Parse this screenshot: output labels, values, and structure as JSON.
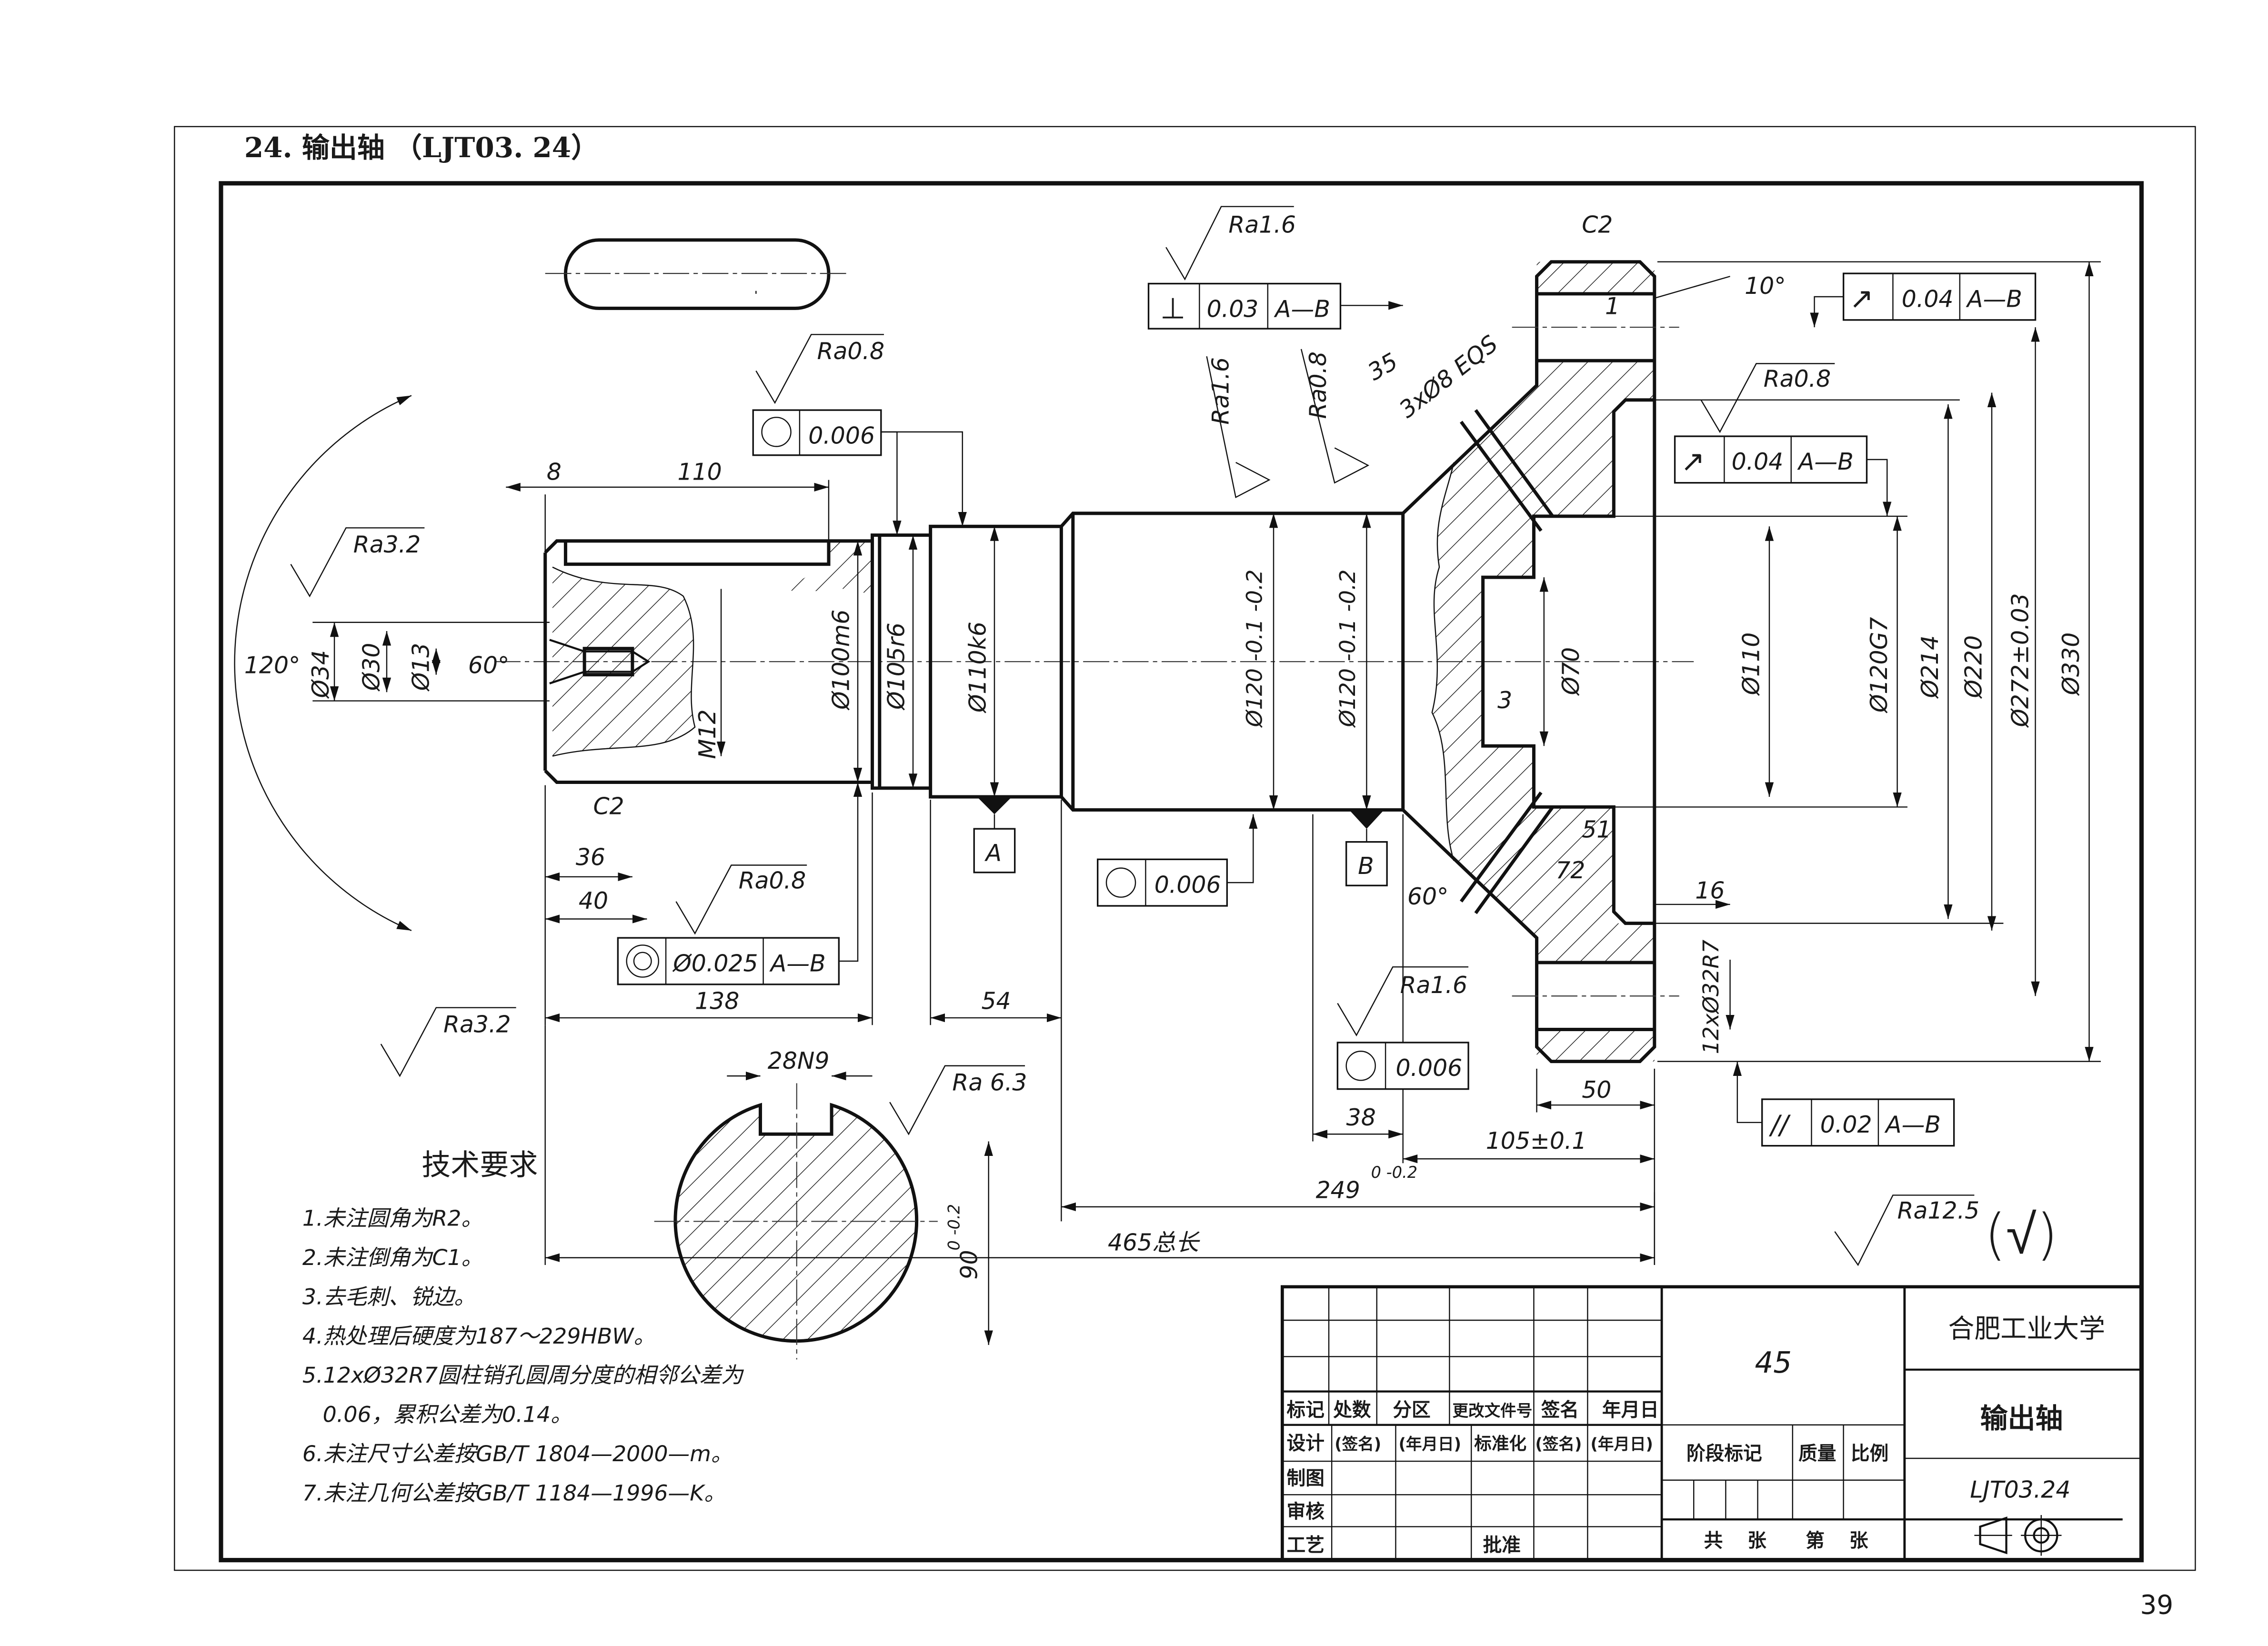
{
  "page": {
    "title": "24. 输出轴 （LJT03. 24）",
    "page_number": "39"
  },
  "roughness": {
    "top_ra16": "Ra1.6",
    "ra08_circ": "Ra0.8",
    "ra32_left": "Ra3.2",
    "ra08_lower": "Ra0.8",
    "ra32_bottom": "Ra3.2",
    "ra63": "Ra 6.3",
    "ra16_v": "Ra1.6",
    "ra08_v": "Ra0.8",
    "ra08_right": "Ra0.8",
    "ra16_lower": "Ra1.6",
    "general": "Ra12.5",
    "general_paren": "(√)"
  },
  "tolerance_frames": {
    "perp": {
      "symbol": "⊥",
      "value": "0.03",
      "datum": "A—B"
    },
    "circ_top": {
      "symbol": "○",
      "value": "0.006"
    },
    "runout_top": {
      "symbol": "↗",
      "value": "0.04",
      "datum": "A—B"
    },
    "runout_mid": {
      "symbol": "↗",
      "value": "0.04",
      "datum": "A—B"
    },
    "coax": {
      "symbol": "◎",
      "value": "Ø0.025",
      "datum": "A—B"
    },
    "circ_mid": {
      "symbol": "○",
      "value": "0.006"
    },
    "circ_low": {
      "symbol": "○",
      "value": "0.006"
    },
    "parallel": {
      "symbol": "//",
      "value": "0.02",
      "datum": "A—B"
    }
  },
  "datums": {
    "a": "A",
    "b": "B"
  },
  "dimensions": {
    "d8": "8",
    "d110": "110",
    "a120": "120°",
    "d34": "Ø34",
    "d30": "Ø30",
    "d13": "Ø13",
    "a60": "60°",
    "m12": "M12",
    "c2_left": "C2",
    "d36": "36",
    "d40": "40",
    "d138": "138",
    "d54": "54",
    "d100": "Ø100m6",
    "d105": "Ø105r6",
    "d110k6": "Ø110k6",
    "d120a": "Ø120 -0.1 -0.2",
    "d120b": "Ø120 -0.1 -0.2",
    "d35": "35",
    "holes8": "3xØ8 EQS",
    "c2_right": "C2",
    "a10": "10°",
    "d1": "1",
    "d70": "Ø70",
    "d3": "3",
    "d110bore": "Ø110",
    "d120g7": "Ø120G7",
    "d214": "Ø214",
    "d220": "Ø220",
    "d272": "Ø272±0.03",
    "d330": "Ø330",
    "d51": "51",
    "d72": "72",
    "a60b": "60°",
    "d16": "16",
    "holes32": "12xØ32R7",
    "d50": "50",
    "d38": "38",
    "d105tol": "105±0.1",
    "d249": "249",
    "d249tol": "0 -0.2",
    "d465": "465总长",
    "key28": "28N9",
    "d90": "90",
    "d90tol": "0 -0.2"
  },
  "technical_requirements": {
    "heading": "技术要求",
    "items": [
      "1.未注圆角为R2。",
      "2.未注倒角为C1。",
      "3.去毛刺、锐边。",
      "4.热处理后硬度为187～229HBW。",
      "5.12xØ32R7圆柱销孔圆周分度的相邻公差为",
      "0.06，累积公差为0.14。",
      "6.未注尺寸公差按GB/T 1804—2000—m。",
      "7.未注几何公差按GB/T 1184—1996—K。"
    ]
  },
  "title_block": {
    "material": "45",
    "company": "合肥工业大学",
    "part_name": "输出轴",
    "drawing_no": "LJT03.24",
    "header_row": [
      "标记",
      "处数",
      "分区",
      "更改文件号",
      "签名",
      "年月日"
    ],
    "design_row": [
      "设计",
      "(签名)",
      "(年月日)",
      "标准化",
      "(签名)",
      "(年月日)"
    ],
    "drafting": "制图",
    "review": "审核",
    "process": "工艺",
    "approve": "批准",
    "stage": "阶段标记",
    "mass": "质量",
    "scale": "比例",
    "sheets_total": "共",
    "sheet_unit1": "张",
    "sheet_no": "第",
    "sheet_unit2": "张"
  }
}
